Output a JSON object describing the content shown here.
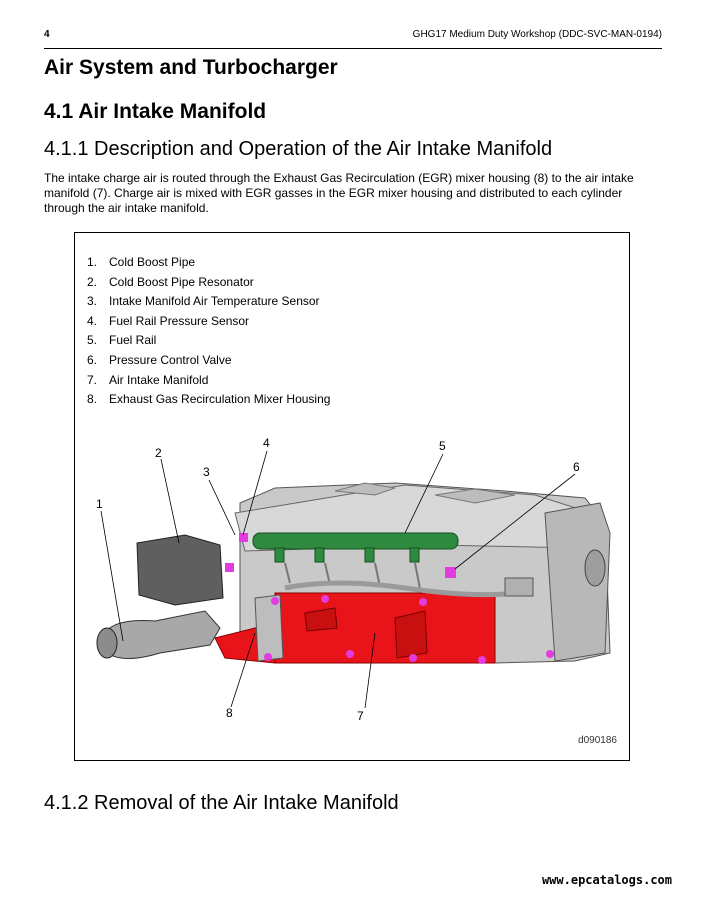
{
  "header": {
    "page_number": "4",
    "manual_title": "GHG17 Medium Duty Workshop (DDC-SVC-MAN-0194)"
  },
  "chapter_title": "Air System and Turbocharger",
  "section_title": "4.1 Air Intake Manifold",
  "subsection_title": "4.1.1 Description and Operation of the Air Intake Manifold",
  "body_text": "The intake charge air is routed through the Exhaust Gas Recirculation (EGR) mixer housing (8) to the air intake manifold (7). Charge air is mixed with EGR gasses in the EGR mixer housing and distributed to each cylinder through the air intake manifold.",
  "figure": {
    "legend": [
      {
        "num": "1.",
        "label": "Cold Boost Pipe"
      },
      {
        "num": "2.",
        "label": "Cold Boost Pipe Resonator"
      },
      {
        "num": "3.",
        "label": "Intake Manifold Air Temperature Sensor"
      },
      {
        "num": "4.",
        "label": "Fuel Rail Pressure Sensor"
      },
      {
        "num": "5.",
        "label": "Fuel Rail"
      },
      {
        "num": "6.",
        "label": "Pressure Control Valve"
      },
      {
        "num": "7.",
        "label": "Air Intake Manifold"
      },
      {
        "num": "8.",
        "label": "Exhaust Gas Recirculation Mixer Housing"
      }
    ],
    "callouts": [
      "1",
      "2",
      "3",
      "4",
      "5",
      "6",
      "7",
      "8"
    ],
    "figure_id": "d090186",
    "colors": {
      "manifold": "#e8141a",
      "fuel_rail": "#2e8a3e",
      "sensor": "#e23be0",
      "engine_body": "#c9c9c9"
    }
  },
  "next_subsection_title": "4.1.2 Removal of the Air Intake Manifold",
  "watermark": "www.epcatalogs.com"
}
